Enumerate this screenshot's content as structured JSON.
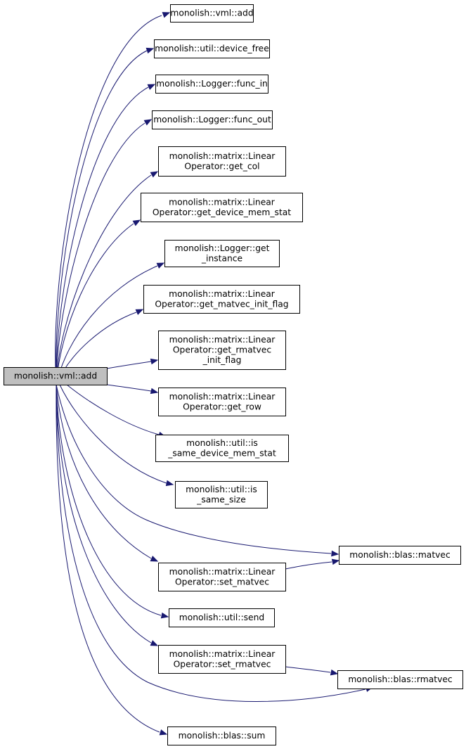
{
  "graph": {
    "colors": {
      "edge": "#191970",
      "root_fill": "#bfbfbf",
      "node_fill": "#ffffff",
      "node_stroke": "#000000"
    },
    "nodes": [
      {
        "id": "root",
        "lines": [
          "monolish::vml::add"
        ],
        "root": true
      },
      {
        "id": "vml_add",
        "lines": [
          "monolish::vml::add"
        ]
      },
      {
        "id": "dev_free",
        "lines": [
          "monolish::util::device_free"
        ]
      },
      {
        "id": "func_in",
        "lines": [
          "monolish::Logger::func_in"
        ]
      },
      {
        "id": "func_out",
        "lines": [
          "monolish::Logger::func_out"
        ]
      },
      {
        "id": "get_col",
        "lines": [
          "monolish::matrix::Linear",
          "Operator::get_col"
        ]
      },
      {
        "id": "get_dms",
        "lines": [
          "monolish::matrix::Linear",
          "Operator::get_device_mem_stat"
        ]
      },
      {
        "id": "get_inst",
        "lines": [
          "monolish::Logger::get",
          "_instance"
        ]
      },
      {
        "id": "get_mif",
        "lines": [
          "monolish::matrix::Linear",
          "Operator::get_matvec_init_flag"
        ]
      },
      {
        "id": "get_rmif",
        "lines": [
          "monolish::matrix::Linear",
          "Operator::get_rmatvec",
          "_init_flag"
        ]
      },
      {
        "id": "get_row",
        "lines": [
          "monolish::matrix::Linear",
          "Operator::get_row"
        ]
      },
      {
        "id": "is_sdms",
        "lines": [
          "monolish::util::is",
          "_same_device_mem_stat"
        ]
      },
      {
        "id": "is_ss",
        "lines": [
          "monolish::util::is",
          "_same_size"
        ]
      },
      {
        "id": "matvec",
        "lines": [
          "monolish::blas::matvec"
        ]
      },
      {
        "id": "set_mv",
        "lines": [
          "monolish::matrix::Linear",
          "Operator::set_matvec"
        ]
      },
      {
        "id": "send",
        "lines": [
          "monolish::util::send"
        ]
      },
      {
        "id": "set_rmv",
        "lines": [
          "monolish::matrix::Linear",
          "Operator::set_rmatvec"
        ]
      },
      {
        "id": "rmatvec",
        "lines": [
          "monolish::blas::rmatvec"
        ]
      },
      {
        "id": "sum",
        "lines": [
          "monolish::blas::sum"
        ]
      }
    ],
    "edges": [
      {
        "from": "root",
        "to": "vml_add"
      },
      {
        "from": "root",
        "to": "dev_free"
      },
      {
        "from": "root",
        "to": "func_in"
      },
      {
        "from": "root",
        "to": "func_out"
      },
      {
        "from": "root",
        "to": "get_col"
      },
      {
        "from": "root",
        "to": "get_dms"
      },
      {
        "from": "root",
        "to": "get_inst"
      },
      {
        "from": "root",
        "to": "get_mif"
      },
      {
        "from": "root",
        "to": "get_rmif"
      },
      {
        "from": "root",
        "to": "get_row"
      },
      {
        "from": "root",
        "to": "is_sdms"
      },
      {
        "from": "root",
        "to": "is_ss"
      },
      {
        "from": "root",
        "to": "matvec"
      },
      {
        "from": "root",
        "to": "set_mv"
      },
      {
        "from": "root",
        "to": "send"
      },
      {
        "from": "root",
        "to": "set_rmv"
      },
      {
        "from": "root",
        "to": "rmatvec"
      },
      {
        "from": "root",
        "to": "sum"
      },
      {
        "from": "set_mv",
        "to": "matvec"
      },
      {
        "from": "set_rmv",
        "to": "rmatvec"
      }
    ]
  }
}
